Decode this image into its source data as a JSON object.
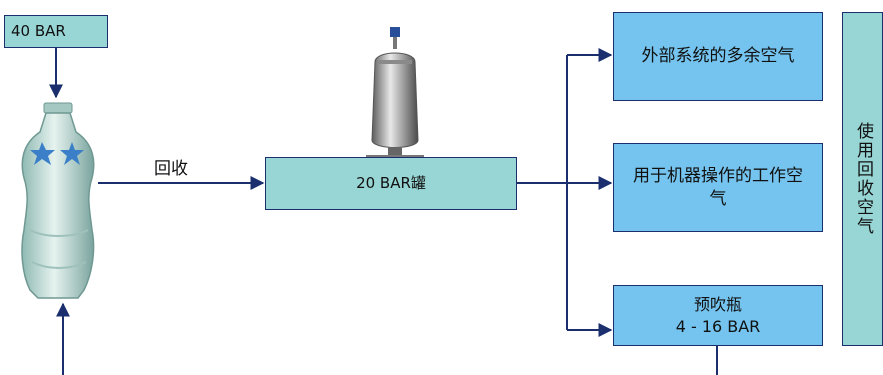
{
  "input_pressure_label": "40 BAR",
  "recycle_label": "回收",
  "tank_label": "20 BAR罐",
  "outputs": [
    {
      "label": "外部系统的多余空气"
    },
    {
      "label": "用于机器操作的工作空气"
    },
    {
      "line1": "预吹瓶",
      "line2": "4 - 16 BAR"
    }
  ],
  "side_label": "使用回收空气",
  "colors": {
    "line": "#1b2f6e",
    "teal_box": "#98d5d5",
    "blue_box": "#74c4ef"
  },
  "icons": [
    "pet-bottle-icon",
    "pressure-tank-icon"
  ]
}
